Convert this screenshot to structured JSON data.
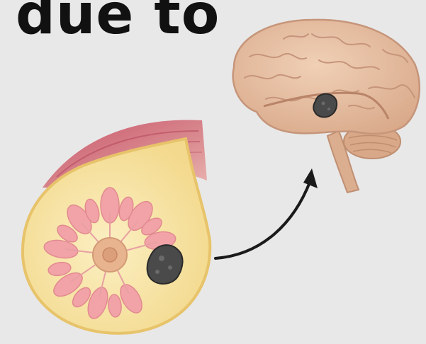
{
  "heading": {
    "text": "due to"
  },
  "figure": {
    "icons": [
      "breast-tissue-illustration",
      "tumor-mass",
      "brain-illustration",
      "metastasis-tumor",
      "metastasis-arrow"
    ],
    "colors": {
      "background": "#e8e8e8",
      "heading": "#111111",
      "muscle": "#c9556b",
      "fat": "#f8e6a6",
      "gland": "#f2a3a8",
      "areola": "#e8b48f",
      "tumor": "#4a4a4a",
      "brain": "#e7c1a4",
      "arrow": "#1a1a1a"
    }
  }
}
